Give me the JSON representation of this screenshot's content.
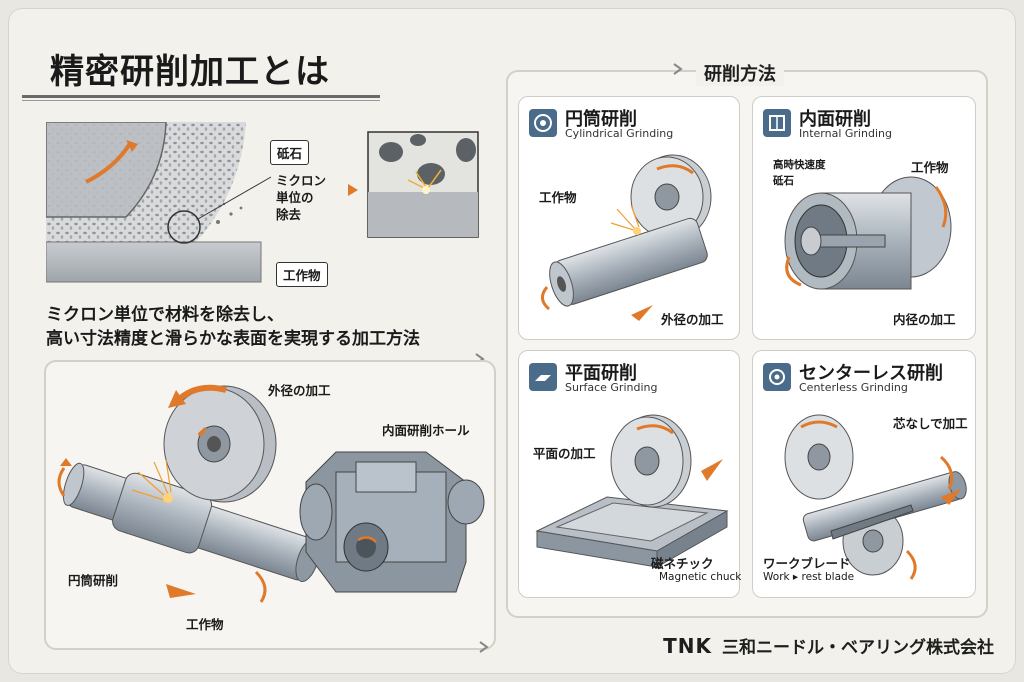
{
  "title": "精密研削加工とは",
  "zoom_panel": {
    "grinding_stone": "砥石",
    "micron_removal": [
      "ミクロン",
      "単位の",
      "除去"
    ],
    "workpiece": "工作物"
  },
  "description": {
    "line1": "ミクロン単位で材料を除去し、",
    "line2": "高い寸法精度と滑らかな表面を実現する加工方法"
  },
  "bottom_panel": {
    "outer_diameter": "外径の加工",
    "internal_hole": "内面研削ホール",
    "cylindrical": "円筒研削",
    "workpiece": "工作物"
  },
  "methods_heading": "研削方法",
  "methods": [
    {
      "title": "円筒研削",
      "subtitle": "Cylindrical Grinding",
      "labels": [
        "工作物",
        "外径の加工"
      ]
    },
    {
      "title": "内面研削",
      "subtitle": "Internal Grinding",
      "labels": [
        "高時快速度",
        "砥石",
        "工作物",
        "内径の加工"
      ]
    },
    {
      "title": "平面研削",
      "subtitle": "Surface Grinding",
      "labels": [
        "平面の加工",
        "磁ネチック",
        "Magnetic chuck"
      ]
    },
    {
      "title": "センターレス研削",
      "subtitle": "Centerless Grinding",
      "labels": [
        "芯なしで加工",
        "ワークブレード",
        "Work ▸ rest blade"
      ]
    }
  ],
  "footer": {
    "brand": "TNK",
    "company": "三和ニードル・ベアリング株式会社"
  },
  "colors": {
    "accent_orange": "#e07a2a",
    "steel": "#9aa6b2",
    "icon_blue": "#4a6b8a"
  }
}
